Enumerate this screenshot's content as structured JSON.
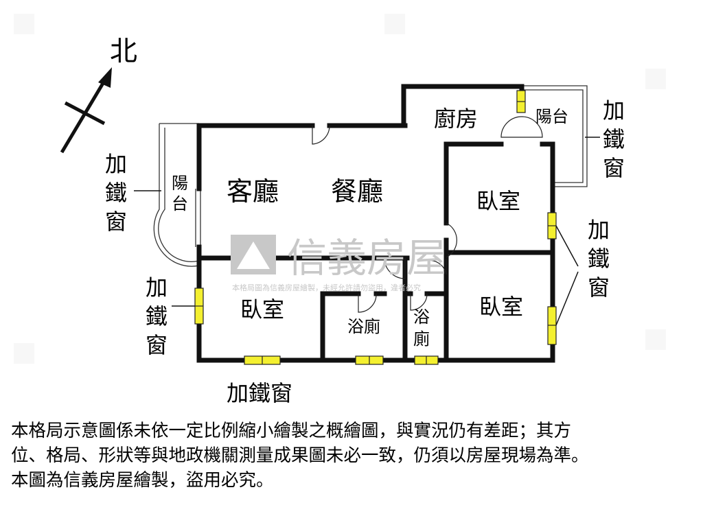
{
  "compass": {
    "label": "北"
  },
  "rooms": {
    "living": "客廳",
    "dining": "餐廳",
    "kitchen": "廚房",
    "balcony_right": "陽台",
    "balcony_left": [
      "陽",
      "台"
    ],
    "bedroom_right_upper": "臥室",
    "bedroom_left": "臥室",
    "bedroom_right_lower": "臥室",
    "bathroom_1": "浴廁",
    "bathroom_2": [
      "浴",
      "廁"
    ]
  },
  "labels": {
    "iron_window_stacked": [
      "加",
      "鐵",
      "窗"
    ],
    "iron_window_horizontal": "加鐵窗"
  },
  "watermark": {
    "brand": "信義房屋",
    "notice": "本格局圖為信義房屋繪製，未經允許請勿盜用，違者必究"
  },
  "disclaimer": [
    "本格局示意圖係未依一定比例縮小繪製之概繪圖，與實況仍有差距；其方",
    "位、格局、形狀等與地政機關測量成果圖未必一致，仍須以房屋現場為準。",
    "本圖為信義房屋繪製，盜用必究。"
  ],
  "colors": {
    "window_fill": "#f4f030",
    "wall": "#111111",
    "watermark": "#c8c8c8"
  }
}
